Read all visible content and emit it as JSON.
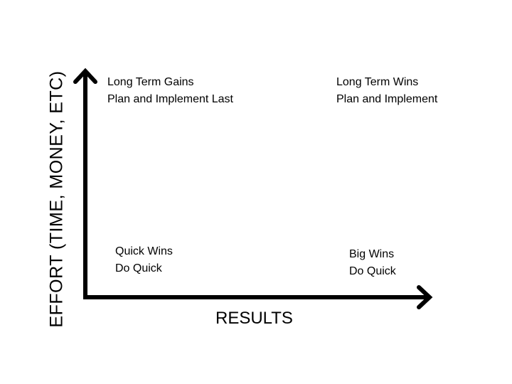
{
  "axes": {
    "y_label": "EFFORT (TIME, MONEY, ETC)",
    "x_label": "RESULTS"
  },
  "quadrants": {
    "top_left": {
      "title": "Long Term Gains",
      "action": "Plan and Implement Last"
    },
    "top_right": {
      "title": "Long Term Wins",
      "action": "Plan and Implement"
    },
    "bottom_left": {
      "title": "Quick Wins",
      "action": "Do Quick"
    },
    "bottom_right": {
      "title": "Big Wins",
      "action": "Do Quick"
    }
  }
}
